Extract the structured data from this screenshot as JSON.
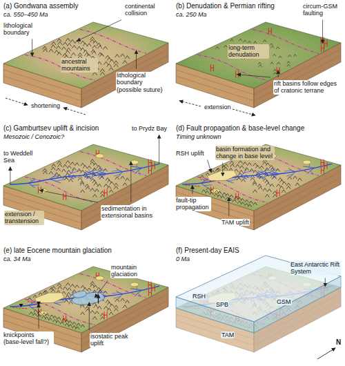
{
  "diagram": {
    "labels": [
      "(a) Gondwana assembly",
      "ca. 550–450 Ma",
      "continental collision",
      "lithological boundary",
      "ancestral mountains",
      "lithological boundary (possible suture)",
      "shortening",
      "(b) Denudation & Permian rifting",
      "ca. 250 Ma",
      "circum-GSM faulting",
      "long-term denudation",
      "extension",
      "rift basins follow edges of cratonic terrane",
      "(c) Gamburtsev uplift & incision",
      "Mesozoic / Cenozoic?",
      "to Prydz Bay",
      "to Weddell Sea",
      "extension / transtension",
      "sedimentation in extensional basins",
      "(d) Fault propagation & base-level change",
      "Timing unknown",
      "RSH uplift",
      "basin formation and change in base level",
      "fault-tip propagation",
      "TAM uplift",
      "(e) late Eocene mountain glaciation",
      "ca. 34 Ma",
      "mountain glaciation",
      "knickpoints (base-level fall?)",
      "isostatic peak uplift",
      "(f) Present-day EAIS",
      "0 Ma",
      "East Antarctic Rift System",
      "RSH",
      "SPB",
      "GSM",
      "TAM",
      "N"
    ]
  }
}
